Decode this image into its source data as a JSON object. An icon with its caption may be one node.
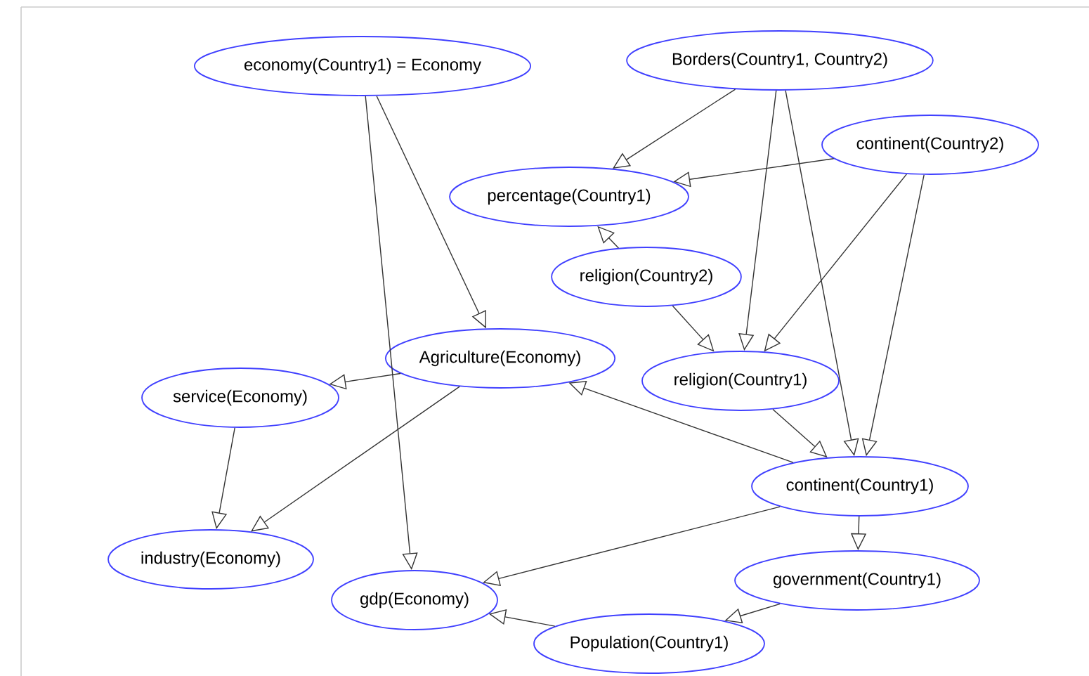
{
  "diagram": {
    "nodes": [
      {
        "text": [
          "economy(Country1) = Economy"
        ]
      },
      {
        "text": [
          "Borders(Country1, Country2)"
        ]
      },
      {
        "text": [
          "continent(Country2)"
        ]
      },
      {
        "text": [
          "percentage(Country1)"
        ]
      },
      {
        "text": [
          "religion(Country2)"
        ]
      },
      {
        "text": [
          "Agriculture(Economy)"
        ]
      },
      {
        "text": [
          "religion(Country1)"
        ]
      },
      {
        "text": [
          "service(Economy)"
        ]
      },
      {
        "text": [
          "continent(Country1)"
        ]
      },
      {
        "text": [
          "industry(Economy)"
        ]
      },
      {
        "text": [
          "gdp(Economy)"
        ]
      },
      {
        "text": [
          "government(Country1)"
        ]
      },
      {
        "text": [
          "Population(Country1)"
        ]
      }
    ],
    "edges": [
      {
        "from": 0,
        "to": 5,
        "arrow": "to"
      },
      {
        "from": 0,
        "to": 10,
        "arrow": "to"
      },
      {
        "from": 1,
        "to": 3,
        "arrow": "to"
      },
      {
        "from": 1,
        "to": 6,
        "arrow": "to"
      },
      {
        "from": 1,
        "to": 8,
        "arrow": "to"
      },
      {
        "from": 2,
        "to": 3,
        "arrow": "to"
      },
      {
        "from": 2,
        "to": 6,
        "arrow": "to"
      },
      {
        "from": 2,
        "to": 8,
        "arrow": "to"
      },
      {
        "from": 4,
        "to": 3,
        "arrow": "to"
      },
      {
        "from": 4,
        "to": 6,
        "arrow": "to"
      },
      {
        "from": 5,
        "to": 7,
        "arrow": "to"
      },
      {
        "from": 5,
        "to": 9,
        "arrow": "to"
      },
      {
        "from": 7,
        "to": 9,
        "arrow": "to"
      },
      {
        "from": 8,
        "to": 5,
        "arrow": "to"
      },
      {
        "from": 6,
        "to": 8,
        "arrow": "to"
      },
      {
        "from": 8,
        "to": 11,
        "arrow": "to"
      },
      {
        "from": 8,
        "to": 10,
        "arrow": "to"
      },
      {
        "from": 11,
        "to": 12,
        "arrow": "to"
      },
      {
        "from": 12,
        "to": 10,
        "arrow": "to"
      }
    ]
  }
}
